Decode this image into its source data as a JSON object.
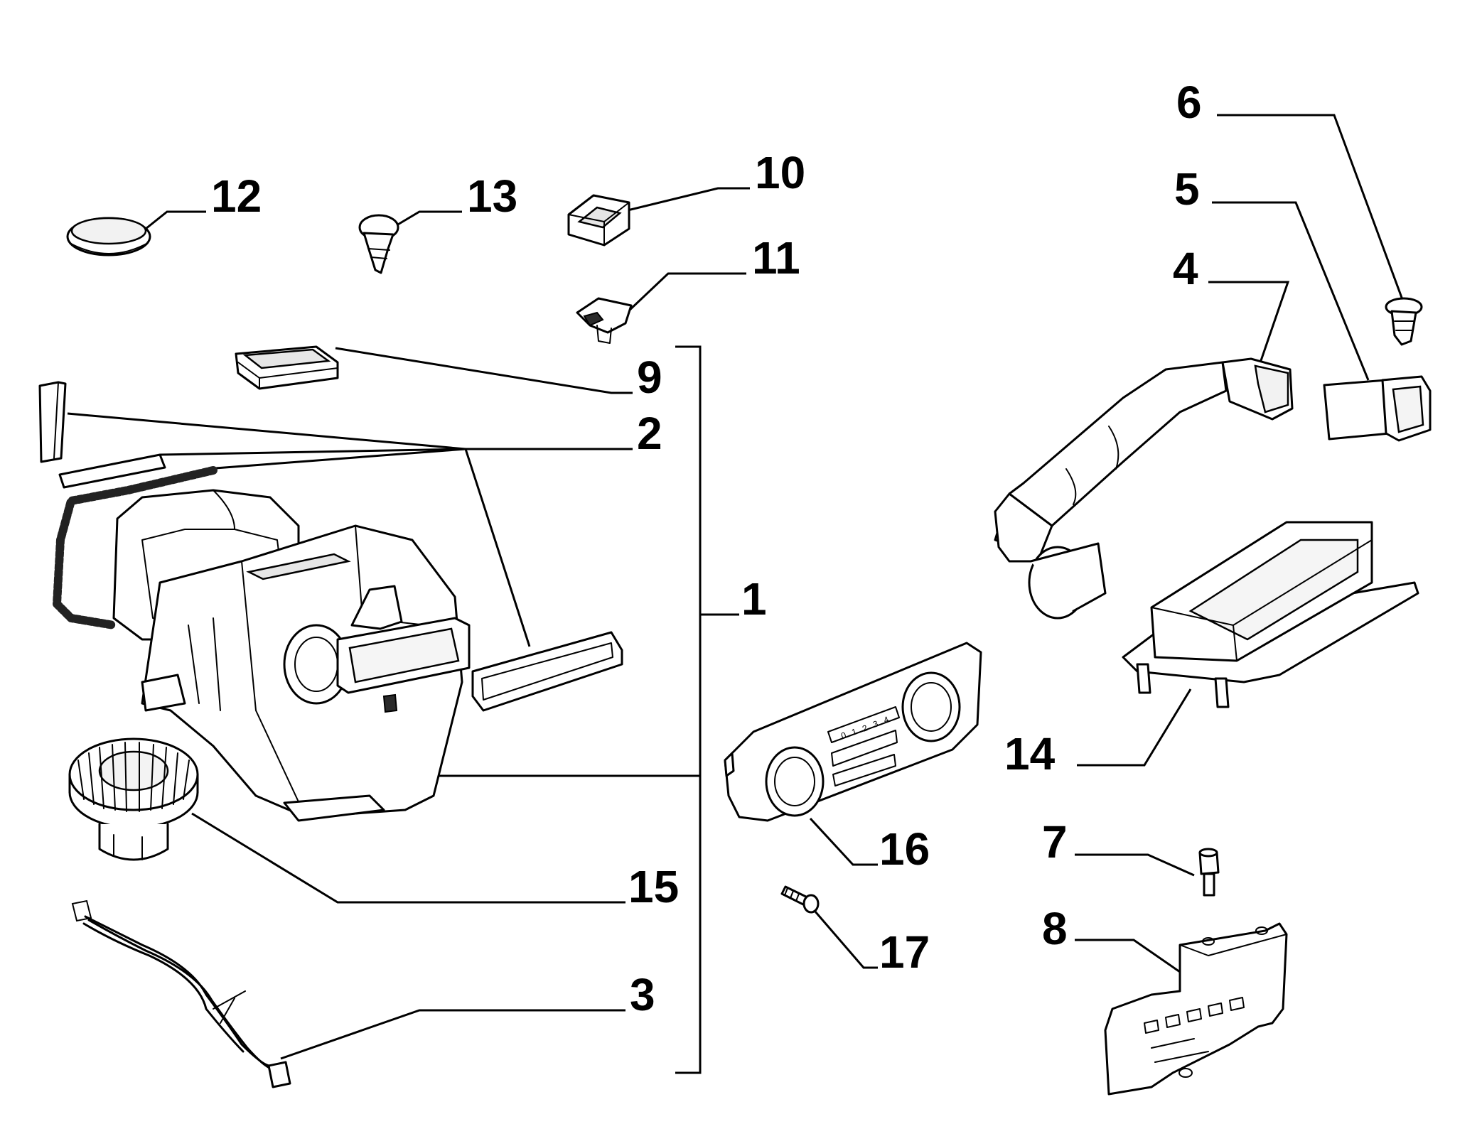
{
  "callouts": {
    "c1": "1",
    "c2": "2",
    "c3": "3",
    "c4": "4",
    "c5": "5",
    "c6": "6",
    "c7": "7",
    "c8": "8",
    "c9": "9",
    "c10": "10",
    "c11": "11",
    "c12": "12",
    "c13": "13",
    "c14": "14",
    "c15": "15",
    "c16": "16",
    "c17": "17"
  },
  "control_panel": {
    "fan_speeds": [
      "0",
      "1",
      "2",
      "3",
      "4"
    ]
  }
}
